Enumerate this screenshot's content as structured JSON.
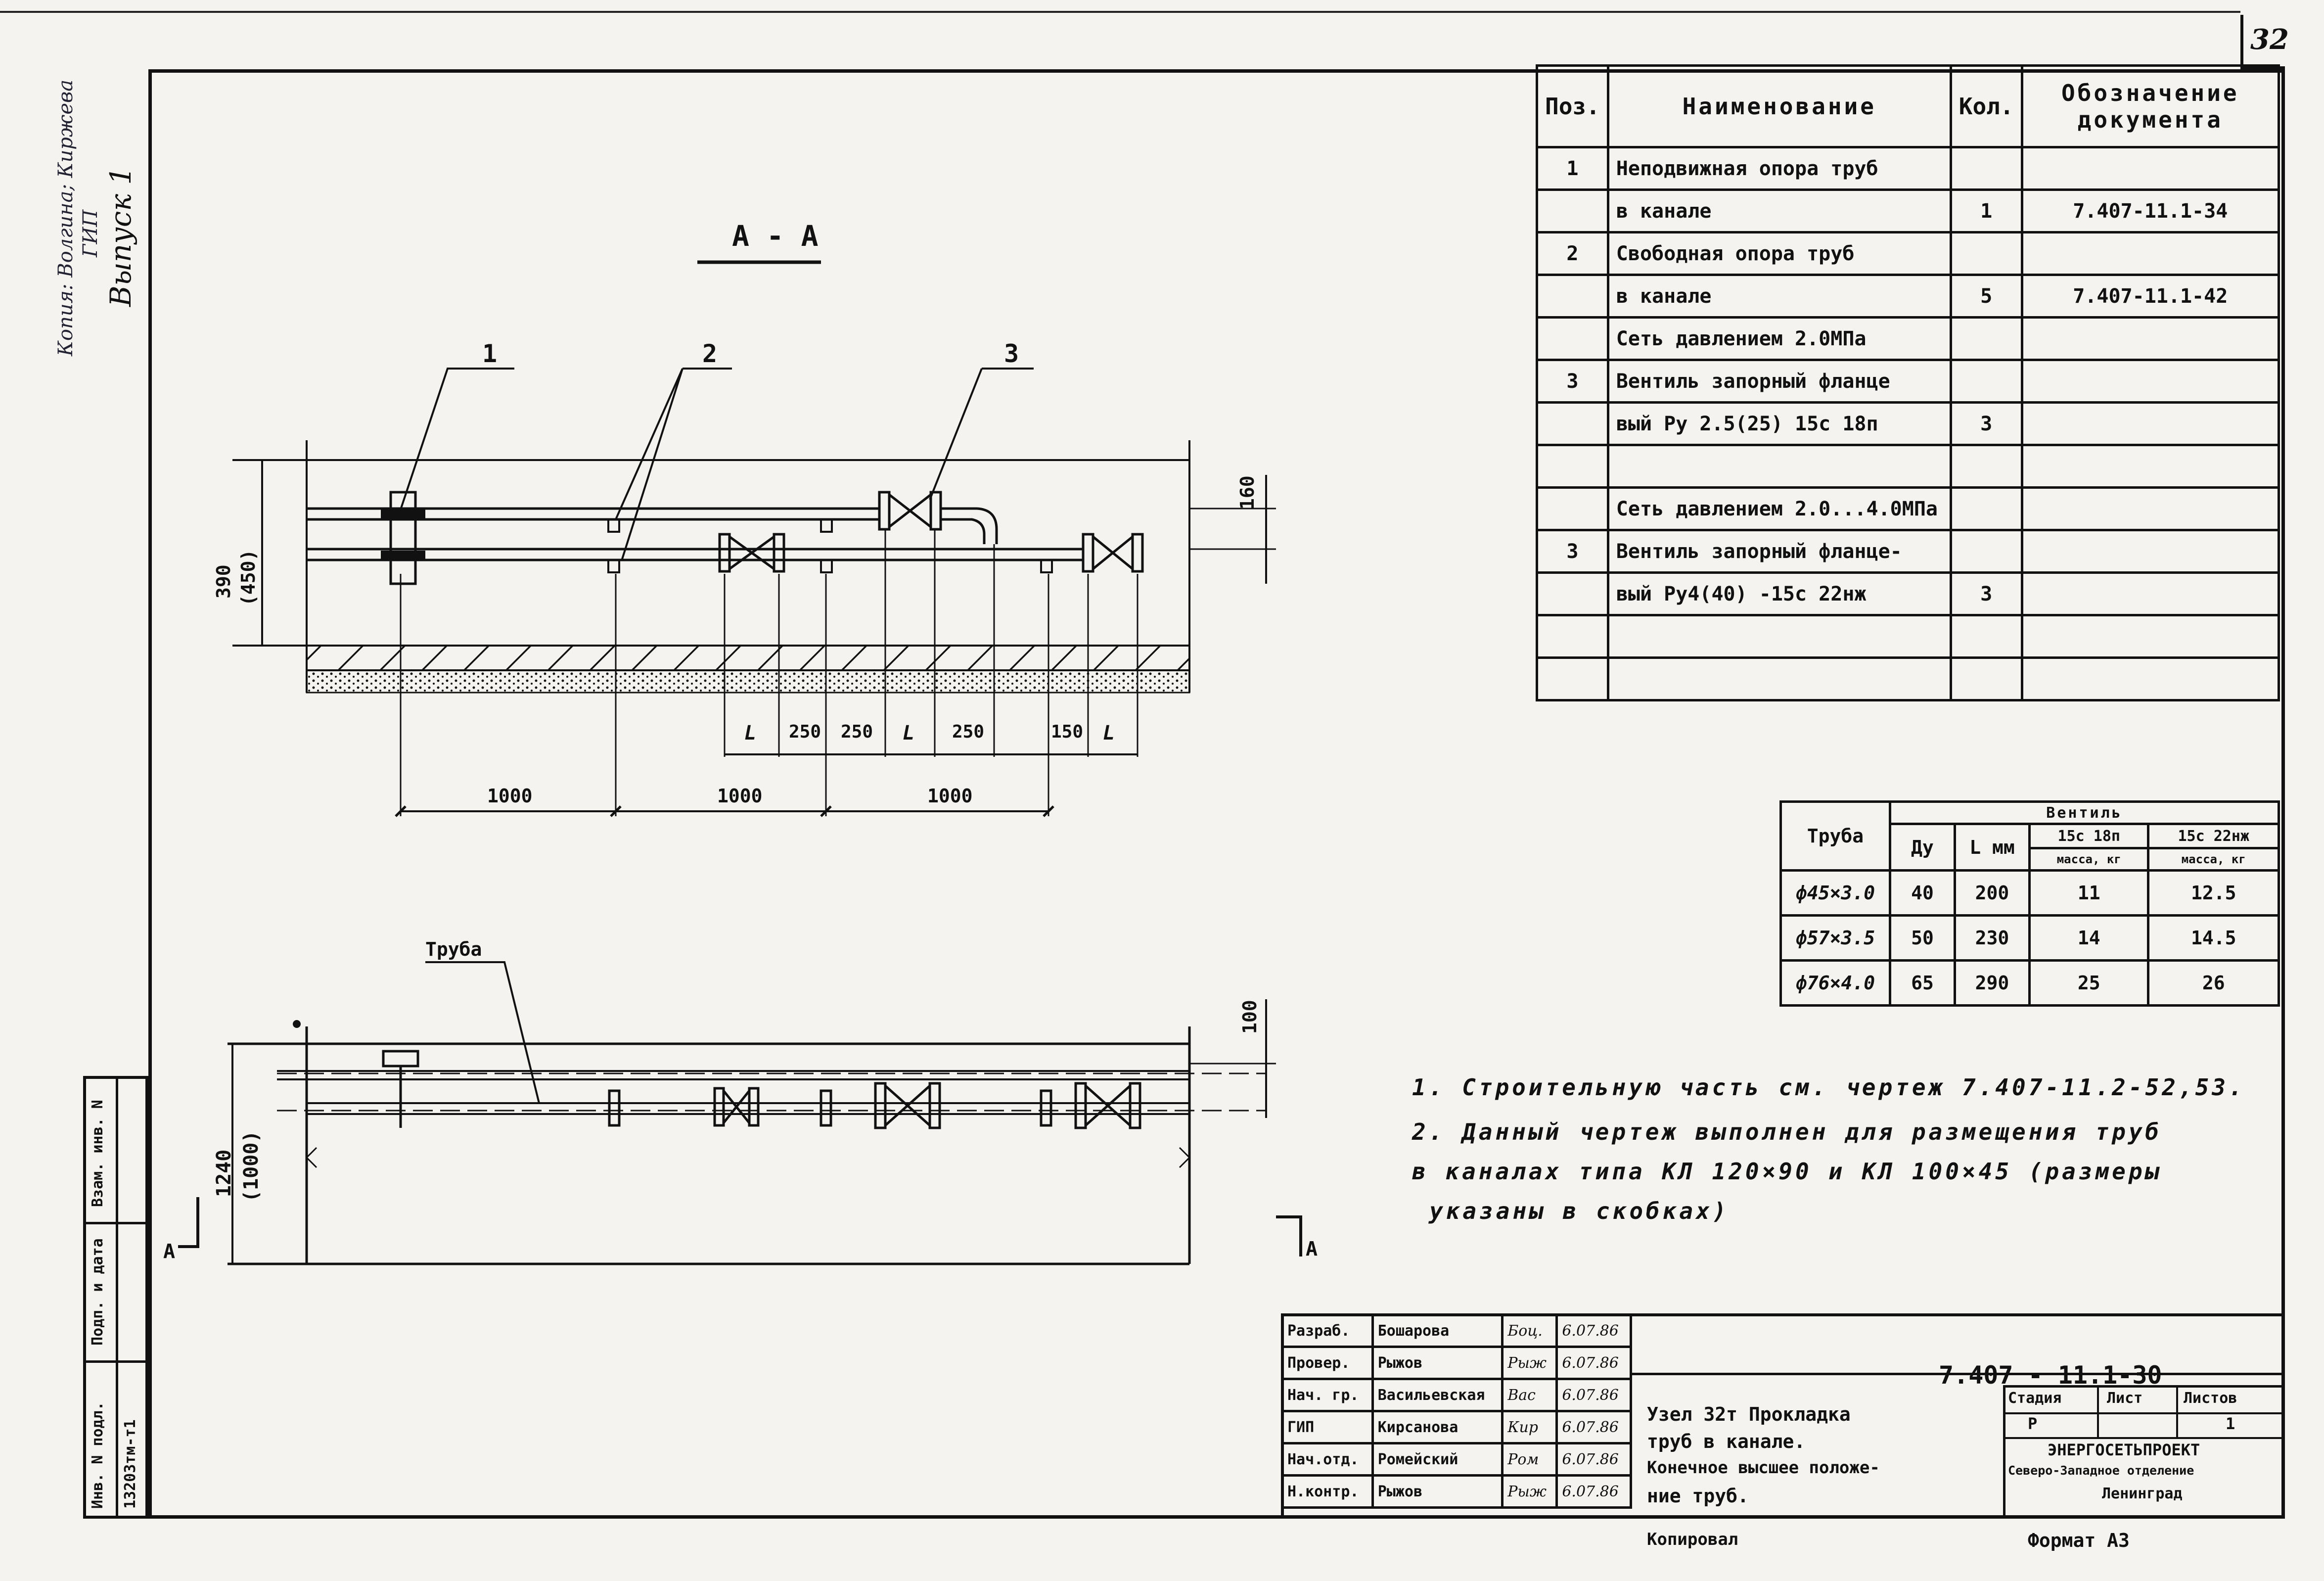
{
  "sheet_number": "32",
  "side_stamp": {
    "line1": "Копия: Волгина; Киржева",
    "line2": "ГИП",
    "line3": "Выпуск 1"
  },
  "left_strip": {
    "cell_vzam": "Взам. инв. N",
    "cell_podp": "Подп. и дата",
    "cell_inv": "Инв. N подл.",
    "cell_inv_value": "13203тм-т1"
  },
  "section_title": "А - А",
  "callouts": [
    "1",
    "2",
    "3"
  ],
  "plan_label": "Труба",
  "section_marks": {
    "left": "А",
    "right": "А"
  },
  "dims": {
    "height_top": "390",
    "height_top_alt": "(450)",
    "d160": "160",
    "segments": [
      "L",
      "250",
      "250",
      "L",
      "250",
      "150",
      "L"
    ],
    "spans": [
      "1000",
      "1000",
      "1000"
    ],
    "height_plan": "1240",
    "height_plan_alt": "(1000)",
    "d100": "100"
  },
  "spec_table": {
    "headers": [
      "Поз.",
      "Наименование",
      "Кол.",
      "Обозначение документа"
    ],
    "rows": [
      [
        "1",
        "Неподвижная опора труб",
        "",
        ""
      ],
      [
        "",
        "в канале",
        "1",
        "7.407-11.1-34"
      ],
      [
        "2",
        "Свободная опора труб",
        "",
        ""
      ],
      [
        "",
        "в канале",
        "5",
        "7.407-11.1-42"
      ],
      [
        "",
        "Сеть давлением 2.0МПа",
        "",
        ""
      ],
      [
        "3",
        "Вентиль запорный фланце",
        "",
        ""
      ],
      [
        "",
        "вый Ру 2.5(25) 15с 18п",
        "3",
        ""
      ],
      [
        "",
        "",
        "",
        ""
      ],
      [
        "",
        "Сеть давлением 2.0...4.0МПа",
        "",
        ""
      ],
      [
        "3",
        "Вентиль запорный фланце-",
        "",
        ""
      ],
      [
        "",
        "вый Ру4(40) -15с 22нж",
        "3",
        ""
      ],
      [
        "",
        "",
        "",
        ""
      ],
      [
        "",
        "",
        "",
        ""
      ]
    ]
  },
  "valve_table": {
    "col_pipe": "Труба",
    "group": "Вентиль",
    "col_dy": "Ду",
    "col_l": "L мм",
    "col_v1": "15с 18п",
    "col_v1_sub": "масса, кг",
    "col_v2": "15с 22нж",
    "col_v2_sub": "масса, кг",
    "rows": [
      [
        "ф45×3.0",
        "40",
        "200",
        "11",
        "12.5"
      ],
      [
        "ф57×3.5",
        "50",
        "230",
        "14",
        "14.5"
      ],
      [
        "ф76×4.0",
        "65",
        "290",
        "25",
        "26"
      ]
    ]
  },
  "notes": [
    "1. Строительную часть см. чертеж 7.407-11.2-52,53.",
    "2. Данный чертеж выполнен для размещения труб",
    "в каналах типа КЛ 120×90 и КЛ 100×45 (размеры",
    "указаны в скобках)"
  ],
  "title_block": {
    "roles": [
      [
        "Разраб.",
        "Бошарова",
        "Боц.",
        "6.07.86"
      ],
      [
        "Провер.",
        "Рыжов",
        "Рыж",
        "6.07.86"
      ],
      [
        "Нач. гр.",
        "Васильевская",
        "Вас",
        "6.07.86"
      ],
      [
        "ГИП",
        "Кирсанова",
        "Кир",
        "6.07.86"
      ],
      [
        "Нач.отд.",
        "Ромейский",
        "Ром",
        "6.07.86"
      ],
      [
        "Н.контр.",
        "Рыжов",
        "Рыж",
        "6.07.86"
      ]
    ],
    "doc_code": "7.407 - 11.1-30",
    "title_lines": [
      "Узел 32т  Прокладка",
      "труб в канале.",
      "Конечное высшее положе-",
      "ние труб."
    ],
    "stage_label": "Стадия",
    "sheet_label": "Лист",
    "sheets_label": "Листов",
    "stage_value": "Р",
    "sheets_value": "1",
    "org_lines": [
      "ЭНЕРГОСЕТЬПРОЕКТ",
      "Северо-Западное отделение",
      "Ленинград"
    ]
  },
  "footer": {
    "copied": "Копировал",
    "format": "Формат А3"
  }
}
